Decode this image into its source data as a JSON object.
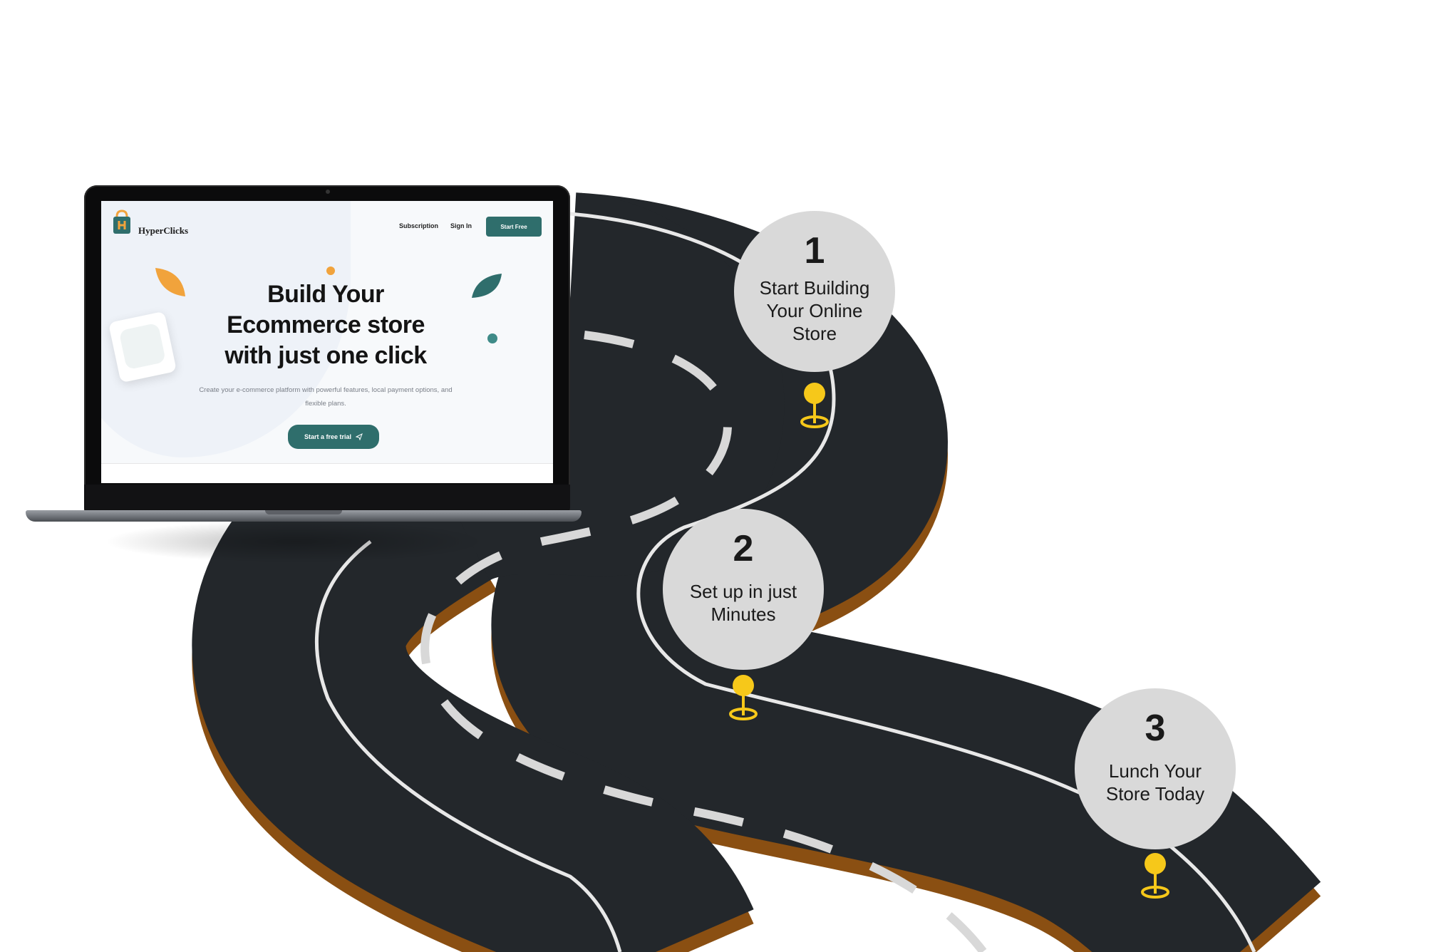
{
  "screen": {
    "brand": "HyperClicks",
    "nav": {
      "subscription": "Subscription",
      "sign_in": "Sign In",
      "start_free": "Start Free"
    },
    "hero": {
      "title_line1": "Build Your",
      "title_line2": "Ecommerce store",
      "title_line3": "with just one click",
      "subtitle_line1": "Create your e-commerce platform with powerful features, local payment options, and",
      "subtitle_line2": "flexible plans.",
      "cta": "Start a free trial"
    },
    "colors": {
      "primary": "#2f6e6c",
      "accent": "#f1a33c"
    }
  },
  "steps": [
    {
      "number": "1",
      "line1": "Start Building",
      "line2": "Your Online",
      "line3": "Store"
    },
    {
      "number": "2",
      "line1": "Set up in just",
      "line2": "Minutes"
    },
    {
      "number": "3",
      "line1": "Lunch Your",
      "line2": "Store Today"
    }
  ],
  "icons": {
    "pin": "location-pin-icon",
    "send": "send-icon",
    "logo": "shopping-bag-icon"
  },
  "colors": {
    "road": "#23272b",
    "road_edge": "#b06a14",
    "circle": "#d9d9d9",
    "pin": "#f6c81a"
  }
}
